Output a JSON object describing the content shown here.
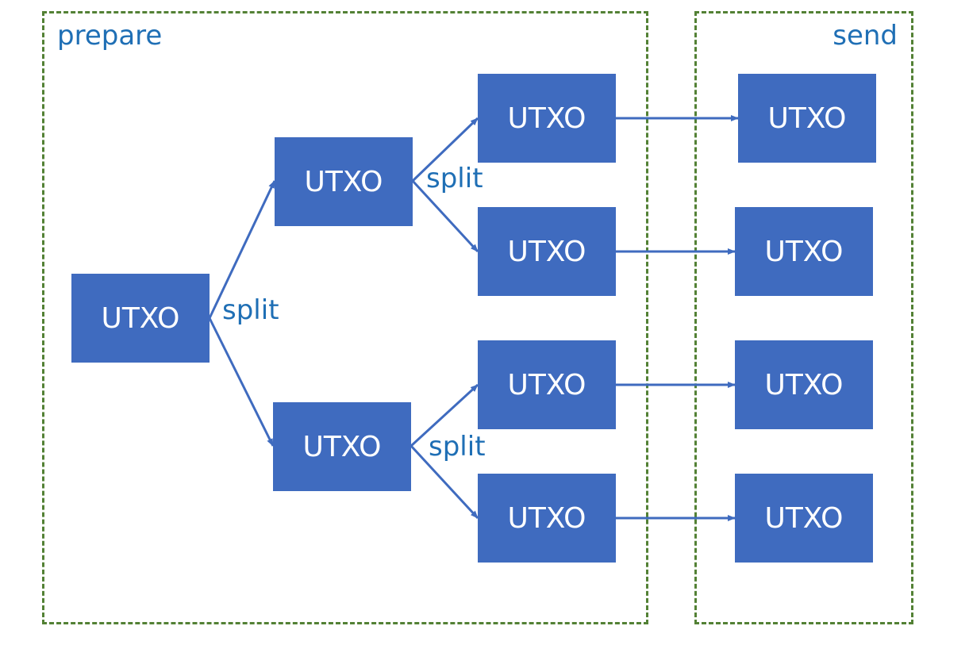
{
  "groups": {
    "prepare": "prepare",
    "send": "send"
  },
  "nodes": {
    "root": "UTXO",
    "mid_top": "UTXO",
    "mid_bottom": "UTXO",
    "leaf_1": "UTXO",
    "leaf_2": "UTXO",
    "leaf_3": "UTXO",
    "leaf_4": "UTXO",
    "send_1": "UTXO",
    "send_2": "UTXO",
    "send_3": "UTXO",
    "send_4": "UTXO"
  },
  "edge_labels": {
    "split_root": "split",
    "split_top": "split",
    "split_bottom": "split"
  },
  "colors": {
    "node_fill": "#3f6bbf",
    "edge": "#3f6bbf",
    "group_border": "#538135",
    "label_text": "#1f6fb5"
  }
}
